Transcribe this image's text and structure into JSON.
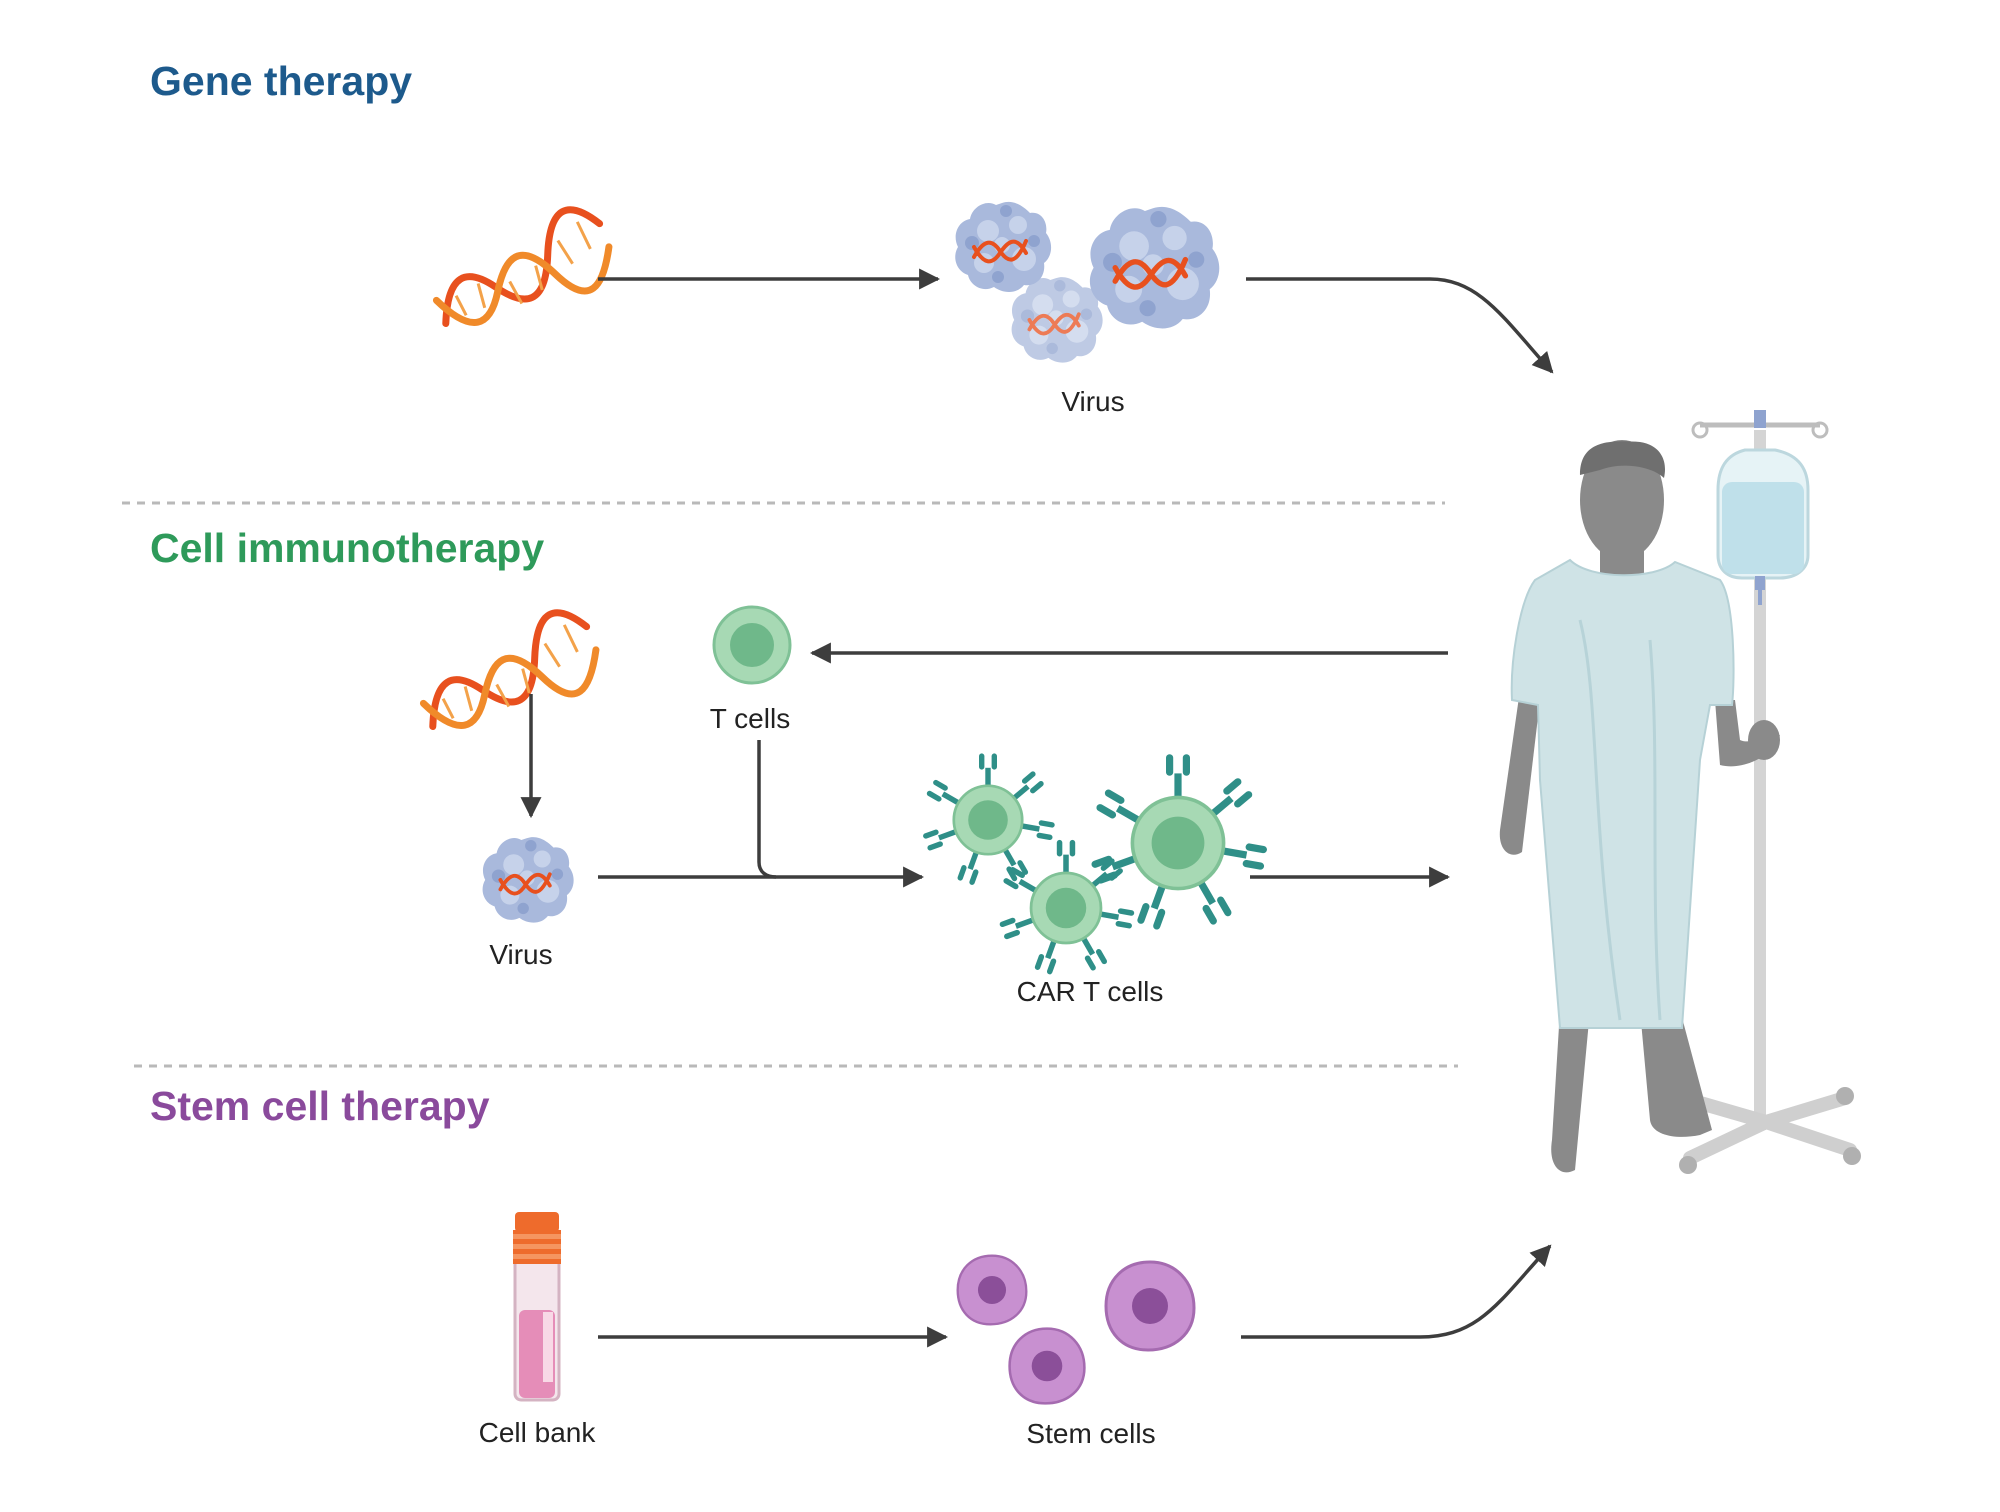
{
  "sections": {
    "gene": {
      "title": "Gene therapy",
      "color": "#1d5a8c"
    },
    "immuno": {
      "title": "Cell immunotherapy",
      "color": "#2e9a5a"
    },
    "stem": {
      "title": "Stem cell therapy",
      "color": "#8a4a9c"
    }
  },
  "labels": {
    "virus_gene": "Virus",
    "t_cells": "T cells",
    "virus_immuno": "Virus",
    "car_t_cells": "CAR T cells",
    "cell_bank": "Cell bank",
    "stem_cells": "Stem cells"
  },
  "colors": {
    "dna": "#e8501e",
    "virus": "#a9b9dc",
    "t_cell": "#a7d9b4",
    "t_cell_nucleus": "#6fb88a",
    "receptor": "#2f8f88",
    "stem_cell": "#c890d0",
    "stem_cell_nucleus": "#8b4f99",
    "gown": "#cfe3e6",
    "patient_skin": "#8a8a8a",
    "iv_fluid": "#bfe0ea",
    "vial_cap": "#ee6b2c",
    "vial_fluid": "#e58db8"
  },
  "icons": [
    "dna-icon",
    "virus-icon",
    "t-cell-icon",
    "car-t-cell-icon",
    "cell-bank-vial-icon",
    "stem-cell-icon",
    "patient-icon",
    "iv-stand-icon"
  ]
}
